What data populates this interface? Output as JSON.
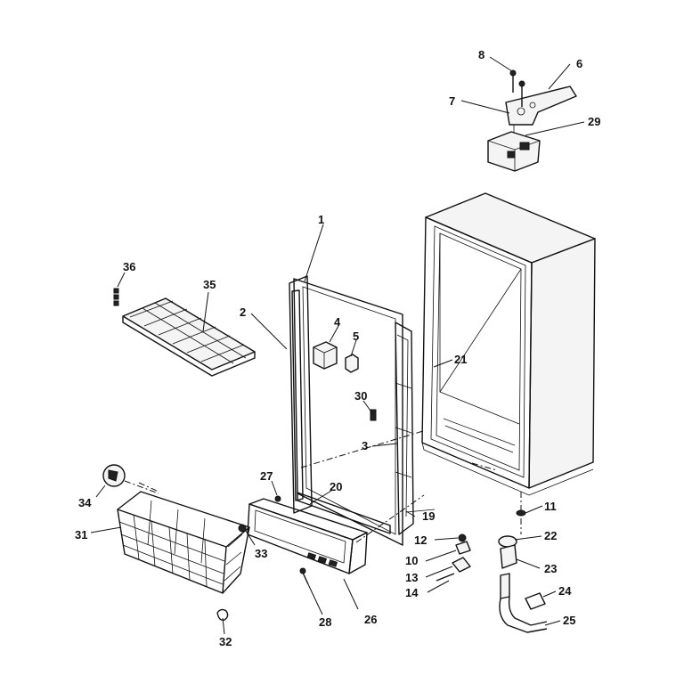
{
  "callouts": {
    "c1": "1",
    "c2": "2",
    "c3": "3",
    "c4": "4",
    "c5": "5",
    "c6": "6",
    "c7": "7",
    "c8": "8",
    "c10": "10",
    "c11": "11",
    "c12": "12",
    "c13": "13",
    "c14": "14",
    "c19": "19",
    "c20": "20",
    "c21": "21",
    "c22": "22",
    "c23": "23",
    "c24": "24",
    "c25": "25",
    "c26": "26",
    "c27": "27",
    "c28": "28",
    "c29": "29",
    "c30": "30",
    "c31": "31",
    "c32": "32",
    "c33": "33",
    "c34": "34",
    "c35": "35",
    "c36": "36"
  }
}
